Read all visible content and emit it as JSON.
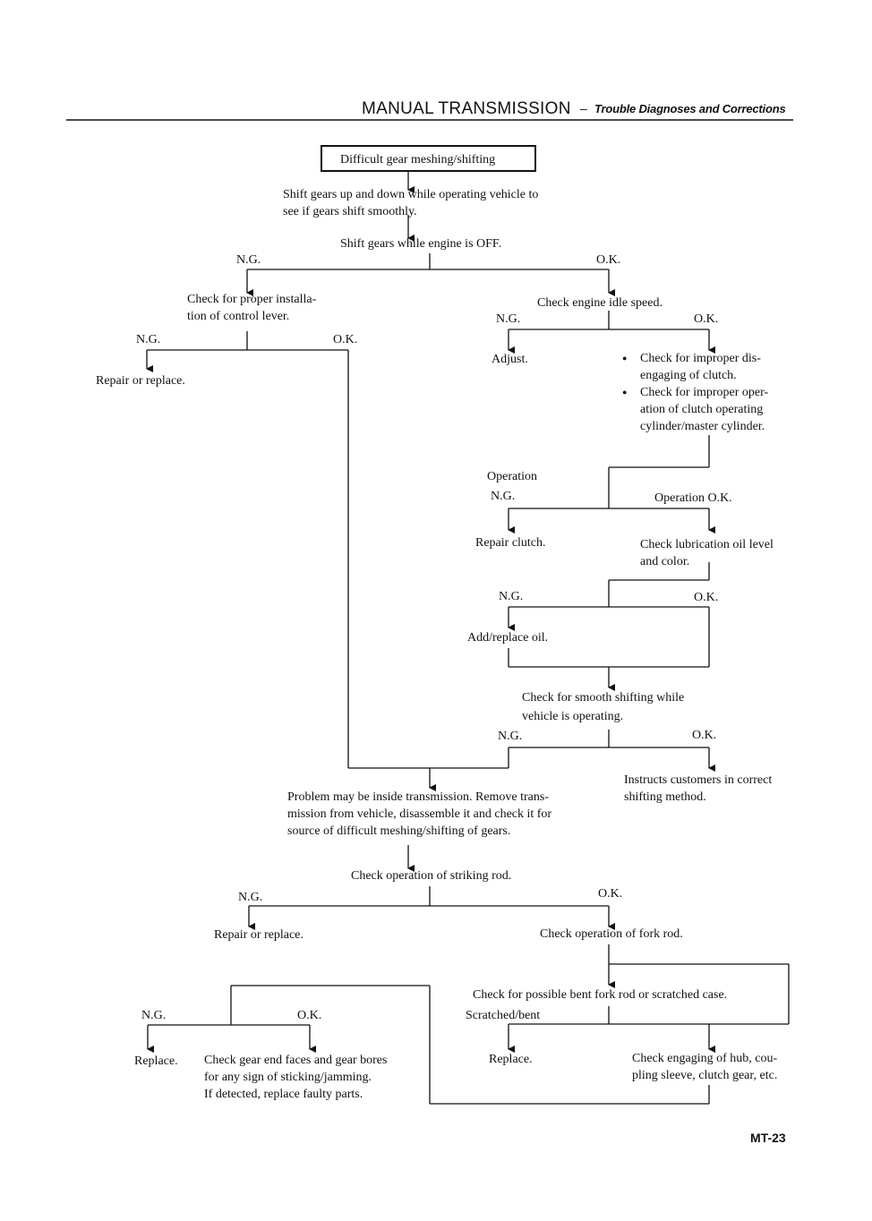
{
  "header": {
    "title": "MANUAL TRANSMISSION",
    "dash": "–",
    "subtitle": "Trouble Diagnoses and Corrections"
  },
  "page_number": "MT-23",
  "flow": {
    "start": "Difficult gear meshing/shifting",
    "shift_up_down_1": "Shift gears up and down while operating vehicle to",
    "shift_up_down_2": "see if gears shift smoothly.",
    "engine_off": "Shift gears while engine is OFF.",
    "ng": "N.G.",
    "ok": "O.K.",
    "control_lever_1": "Check for proper installa-",
    "control_lever_2": "tion of control lever.",
    "repair_or_replace_1": "Repair or replace.",
    "idle_speed": "Check engine idle speed.",
    "adjust": "Adjust.",
    "clutch_check_1a": "Check for improper dis-",
    "clutch_check_1b": "engaging of clutch.",
    "clutch_check_2a": "Check for improper oper-",
    "clutch_check_2b": "ation of clutch operating",
    "clutch_check_2c": "cylinder/master cylinder.",
    "operation": "Operation",
    "operation_ok": "Operation O.K.",
    "repair_clutch": "Repair clutch.",
    "lube_1": "Check lubrication oil level",
    "lube_2": "and color.",
    "add_oil": "Add/replace oil.",
    "smooth_1": "Check for smooth shifting while",
    "smooth_2": "vehicle is operating.",
    "instruct_1": "Instructs customers in correct",
    "instruct_2": "shifting method.",
    "problem_1": "Problem may be inside transmission. Remove trans-",
    "problem_2": "mission from vehicle, disassemble it and check it for",
    "problem_3": "source of difficult meshing/shifting of gears.",
    "striking_rod": "Check operation of striking rod.",
    "repair_or_replace_2": "Repair or replace.",
    "fork_rod": "Check operation of fork rod.",
    "bent_fork": "Check for possible bent fork rod or scratched case.",
    "scratched_bent": "Scratched/bent",
    "replace": "Replace.",
    "engaging_1": "Check engaging of hub, cou-",
    "engaging_2": "pling sleeve, clutch gear, etc.",
    "gear_end_1": "Check gear end faces and gear bores",
    "gear_end_2": "for any sign of sticking/jamming.",
    "gear_end_3": "If detected, replace faulty parts."
  }
}
